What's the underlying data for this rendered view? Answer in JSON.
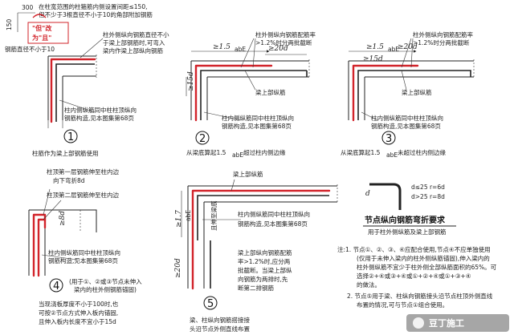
{
  "top": {
    "dim_300": "300",
    "dim_150": "150",
    "note1_a": "在柱宽范围的柱箍筋内侧设置间距≤150,",
    "note1_b": "但不少于3根直径不小于10的角部附加钢筋",
    "note1_c": "钢筋直径不小于10",
    "red_note_a": "\"但\"改",
    "red_note_b": "为\"且\""
  },
  "n1": {
    "note_a": "柱外侧纵向钢筋直径不小",
    "note_b": "于梁上部钢筋时,可弯入",
    "note_c": "梁内作梁上部纵向钢筋",
    "note_d": "柱内侧纵筋同中柱柱顶纵向",
    "note_e": "钢筋构造,见本图集第68页",
    "number": "1",
    "caption": "柱筋作为梁上部钢筋使用"
  },
  "n2": {
    "dim_a": "≥1.5",
    "dim_a_sub": "abE",
    "dim_b": "≥20d",
    "dim_c": "≥15d",
    "note_a": "柱外侧纵向钢筋配筋率",
    "note_b": ">1.2%时分两批截断",
    "beam_label": "梁上部纵筋",
    "note_d": "柱内侧纵筋同中柱柱顶纵向",
    "note_e": "钢筋构造,见本图集第68页",
    "number": "2",
    "caption_a": "从梁底算起1.5",
    "caption_sub": "abE",
    "caption_b": "超过柱内侧边缘"
  },
  "n3": {
    "dim_a": "≥1.5",
    "dim_a_sub": "abE",
    "dim_b": "≥20d",
    "dim_c": "≥15d",
    "note_a": "柱外侧纵向钢筋配筋率",
    "note_b": ">1.2%时分两批截断",
    "beam_label": "梁上部纵筋",
    "note_d": "柱内侧纵筋同中柱柱顶纵向",
    "note_e": "钢筋构造,见本图集第68页",
    "number": "3",
    "caption_a": "从梁底算起1.5",
    "caption_sub": "abE",
    "caption_b": "未超过柱内侧边缘"
  },
  "n4": {
    "note_a": "柱顶第一层钢筋伸至柱内边",
    "note_b": "向下弯折8d",
    "note_c": "柱顶第二层钢筋伸至柱内边",
    "dim_a": "≥8d",
    "note_d": "柱内侧纵筋同中柱柱顶纵向",
    "note_e": "钢筋构造,见本图集第68页",
    "number": "4",
    "paren_a": "(用于①、②或③节点未伸入",
    "paren_b": "梁内的柱外侧钢筋锚固)",
    "cap_a": "当现浇板厚度不小于100时,也",
    "cap_b": "可按②节点方式伸入板内锚固,",
    "cap_c": "且伸入板内长度不宜小于15d"
  },
  "n5": {
    "beam_label": "梁上部纵筋",
    "dim_a": "≥1.7",
    "dim_a_sub": "abE",
    "dim_b": "≥20d",
    "side_label": "且伸至梁底",
    "note_a": "柱内侧纵筋同中柱柱顶纵向",
    "note_b": "钢筋构造,见本图集第68页",
    "note_c": "梁上部纵向钢筋配筋",
    "note_d": "率>1.2%时,应分两",
    "note_e": "批截断。当梁上部纵",
    "note_f": "向钢筋为两排时,先",
    "note_g": "断第二排钢筋",
    "number": "5",
    "cap_a": "梁、柱纵向钢筋搭接接",
    "cap_b": "头沿节点外侧直线布置"
  },
  "bend": {
    "d": "d",
    "r_a": "d≤25   r=6d",
    "r_b": "d>25   r=8d",
    "title": "节点纵向钢筋弯折要求",
    "subtitle": "用于柱外侧纵筋及梁上部钢筋"
  },
  "notes": {
    "n1": "注:1. 节点①、②、③、④应配合使用,节点④不应单独使用",
    "n2": "(仅用于未伸入梁内的柱外侧纵筋锚固),伸入梁内的",
    "n3": "柱外侧纵筋不宜少于柱外侧全部纵筋面积的65%。可",
    "n4": "选择②+④或③+④或①+②+④或①+③+④",
    "n5": "的做法。",
    "n6": "2. 节点⑤用于梁、柱纵向钢筋接头沿节点柱顶外侧直线",
    "n7": "布置的情况,可与节点①组合使用。"
  },
  "watermark": {
    "text": "豆丁施工"
  }
}
